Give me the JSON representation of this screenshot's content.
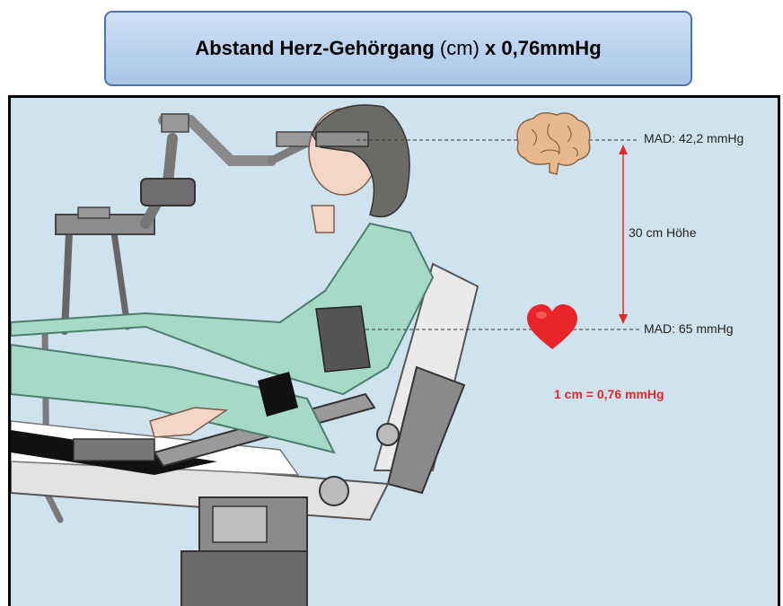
{
  "header": {
    "title_bold_1": "Abstand Herz-Gehörgang",
    "title_normal": " (cm) ",
    "title_bold_2": "x 0,76mmHg"
  },
  "annotations": {
    "mad_brain": "MAD: 42,2 mmHg",
    "height": "30 cm Höhe",
    "mad_heart": "MAD: 65 mmHg",
    "conversion": "1 cm = 0,76 mmHg"
  },
  "colors": {
    "panel_bg": "#cfe3ef",
    "accent_red": "#e8262a",
    "title_border": "#4f73a6"
  },
  "icons": [
    "brain-icon",
    "heart-icon"
  ]
}
